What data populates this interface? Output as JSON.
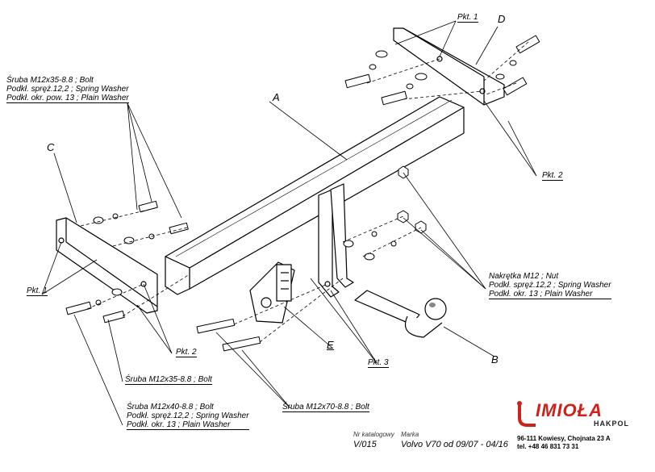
{
  "labels": {
    "A": "A",
    "B": "B",
    "C": "C",
    "D": "D",
    "E": "E",
    "pkt1_top": "Pkt. 1",
    "pkt1_left": "Pkt. 1",
    "pkt2_right": "Pkt. 2",
    "pkt2_bottom": "Pkt. 2",
    "pkt3": "Pkt. 3"
  },
  "callouts": {
    "top_left": [
      "Śruba M12x35-8.8 ;  Bolt",
      "Podkł. spręż.12,2 ; Spring Washer",
      "Podkł. okr. pow. 13 ; Plain Washer"
    ],
    "right_nut": [
      "Nakrętka  M12 ; Nut",
      "Podkł. spręż.12,2 ; Spring Washer",
      "Podkł. okr. 13 ; Plain Washer"
    ],
    "bolt_35": "Śruba M12x35-8.8 ;  Bolt",
    "bolt_40": [
      "Śruba M12x40-8.8 ;  Bolt",
      "Podkł. spręż.12,2 ; Spring Washer",
      "Podkł. okr. 13 ; Plain Washer"
    ],
    "bolt_70": "Śruba M12x70-8.8 ;  Bolt"
  },
  "footer": {
    "catalog_label": "Nr katalogowy",
    "catalog_value": "V/015",
    "brand_label": "Marka",
    "brand_value": "Volvo V70   od  09/07 - 04/16"
  },
  "company": {
    "logo": "IMIOŁA",
    "sub": "HAKPOL",
    "address": "96-111 Kowiesy, Chojnata 23 A",
    "phone": "tel. +48 46 831 73 31",
    "accent_color": "#d0201a"
  }
}
